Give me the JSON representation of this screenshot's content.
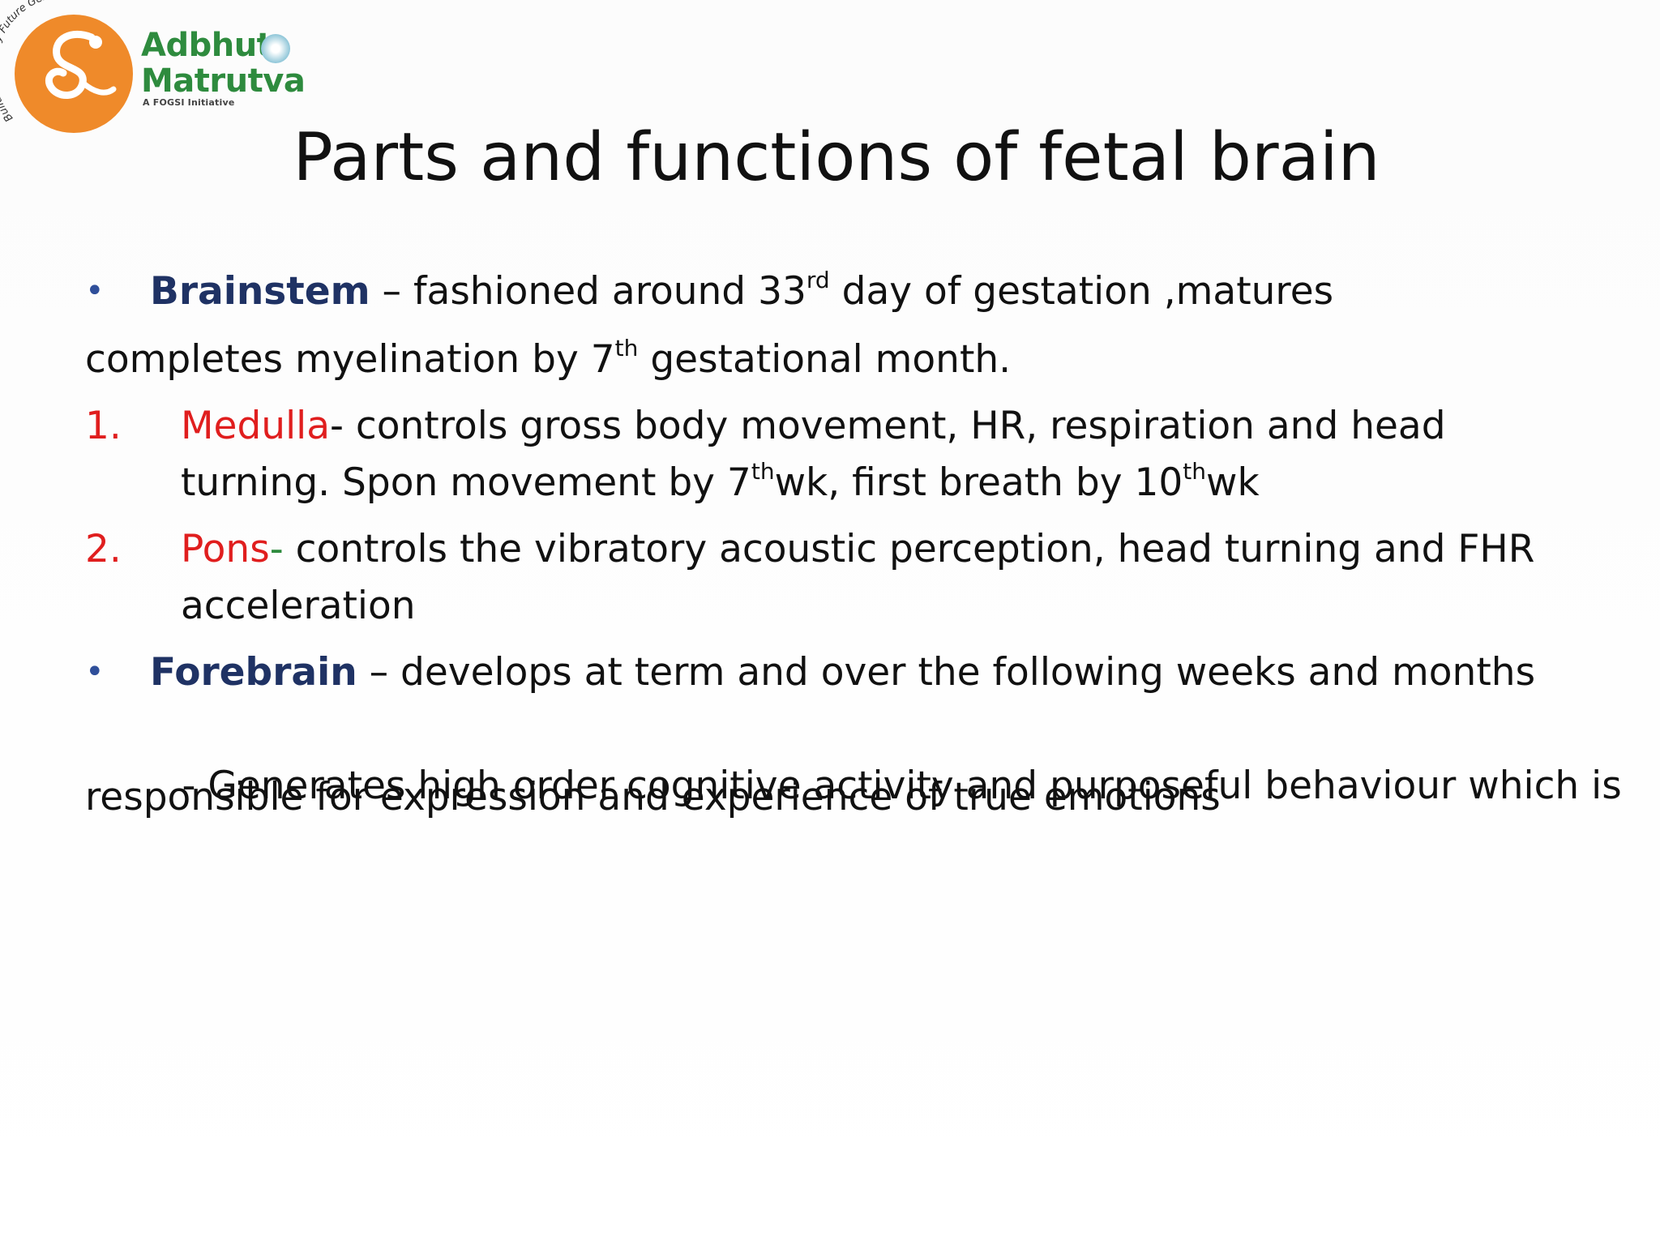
{
  "colors": {
    "logo_orange": "#ef8a2a",
    "logo_green": "#2e8b3e",
    "logo_emblem": "#8fc6d8",
    "term_blue": "#1f3264",
    "term_red": "#e01e1e",
    "text": "#111111",
    "bullet_blue": "#2f4f9a"
  },
  "logo": {
    "arc_text": "Building Healthy Future Generations",
    "name_line1": "Adbhut",
    "name_line2": "Matrutva",
    "tagline": "A FOGSI Initiative",
    "icon": "mother-child-swirl-icon"
  },
  "slide": {
    "title": "Parts and functions of fetal brain",
    "items": {
      "bullet_symbol": "•",
      "brainstem": {
        "term": "Brainstem",
        "text_a": " – fashioned around 33",
        "sup_a": "rd",
        "text_b": " day of gestation ,matures",
        "line2_a": "completes myelination by 7",
        "line2_sup": "th",
        "line2_b": " gestational month."
      },
      "medulla": {
        "number": "1.",
        "term": "Medulla",
        "dash": "-",
        "text": "  controls gross body movement, HR, respiration and head",
        "line2_a": "turning. Spon movement by 7",
        "line2_sup1": "th",
        "line2_b": "wk, first breath by 10",
        "line2_sup2": "th",
        "line2_c": "wk"
      },
      "pons": {
        "number": "2.",
        "term": "Pons",
        "dash": "-",
        "text": "  controls the vibratory acoustic perception, head turning and FHR",
        "line2": "acceleration"
      },
      "forebrain": {
        "term": "Forebrain",
        "text": " – develops at term and over the following weeks and months",
        "line2": "  - Generates high order cognitive activity and purposeful behaviour which is",
        "line3": "responsible for expression and experience of true emotions"
      }
    }
  }
}
